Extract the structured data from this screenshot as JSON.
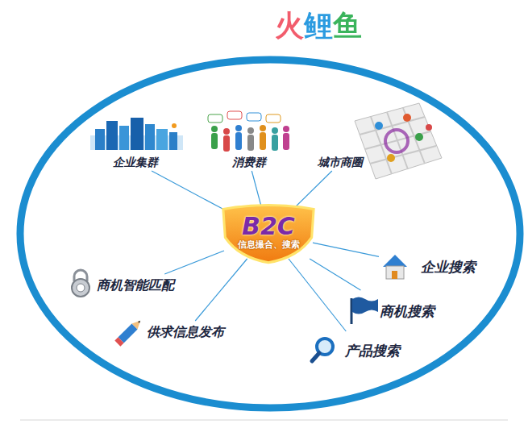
{
  "diagram": {
    "nodes": [
      {
        "text": [
          "企业集群"
        ]
      },
      {
        "text": [
          "消费群"
        ]
      },
      {
        "text": [
          "城市商圈"
        ]
      },
      {
        "text": [
          "B2C",
          "信息撮合、搜索"
        ]
      },
      {
        "text": [
          "企业搜索"
        ]
      },
      {
        "text": [
          "商机智能匹配"
        ]
      },
      {
        "text": [
          "商机搜索"
        ]
      },
      {
        "text": [
          "供求信息发布"
        ]
      },
      {
        "text": [
          "产品搜索"
        ]
      }
    ],
    "edges": [
      {
        "from": 3,
        "to": 0,
        "arrow": "none"
      },
      {
        "from": 3,
        "to": 1,
        "arrow": "none"
      },
      {
        "from": 3,
        "to": 2,
        "arrow": "none"
      },
      {
        "from": 3,
        "to": 4,
        "arrow": "none"
      },
      {
        "from": 3,
        "to": 5,
        "arrow": "none"
      },
      {
        "from": 3,
        "to": 6,
        "arrow": "none"
      },
      {
        "from": 3,
        "to": 7,
        "arrow": "none"
      },
      {
        "from": 3,
        "to": 8,
        "arrow": "none"
      }
    ],
    "labels": [
      "火鲤鱼"
    ]
  }
}
